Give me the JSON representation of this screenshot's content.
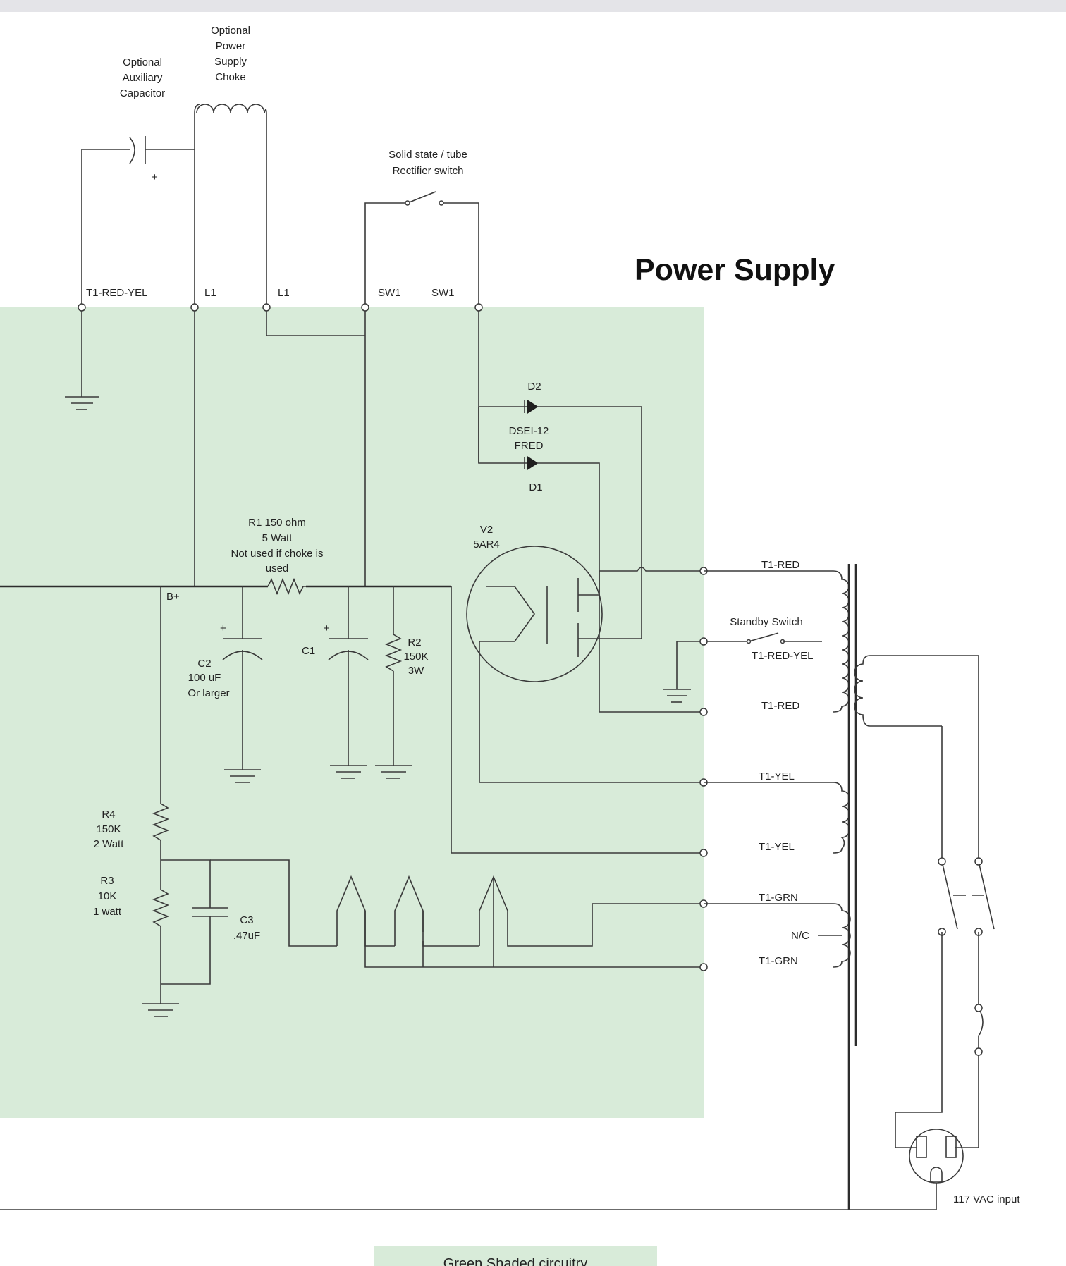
{
  "title": "Power Supply",
  "colors": {
    "shade": "#d8ebd9",
    "wire": "#3a3a3a",
    "background": "#ffffff"
  },
  "labels": {
    "aux_cap": [
      "Optional",
      "Auxiliary",
      "Capacitor"
    ],
    "choke": [
      "Optional",
      "Power",
      "Supply",
      "Choke"
    ],
    "rect_switch": [
      "Solid state / tube",
      "Rectifier switch"
    ],
    "t1_red_yel_top": "T1-RED-YEL",
    "l1_a": "L1",
    "l1_b": "L1",
    "sw1_a": "SW1",
    "sw1_b": "SW1",
    "d2": "D2",
    "diode_type": [
      "DSEI-12",
      "FRED"
    ],
    "d1": "D1",
    "r1": [
      "R1 150 ohm",
      "5 Watt",
      "Not used if choke is",
      "used"
    ],
    "v2": [
      "V2",
      "5AR4"
    ],
    "bplus": "B+",
    "c2": [
      "C2",
      "100 uF",
      "Or larger"
    ],
    "c1": "C1",
    "r2": [
      "R2",
      "150K",
      "3W"
    ],
    "r4": [
      "R4",
      "150K",
      "2 Watt"
    ],
    "r3": [
      "R3",
      "10K",
      "1 watt"
    ],
    "c3": [
      "C3",
      ".47uF"
    ],
    "t1_red_1": "T1-RED",
    "standby": "Standby Switch",
    "t1_red_yel": "T1-RED-YEL",
    "t1_red_2": "T1-RED",
    "t1_yel_1": "T1-YEL",
    "t1_yel_2": "T1-YEL",
    "t1_grn_1": "T1-GRN",
    "nc": "N/C",
    "t1_grn_2": "T1-GRN",
    "vac": "117 VAC input",
    "legend": "Green Shaded circuitry"
  }
}
